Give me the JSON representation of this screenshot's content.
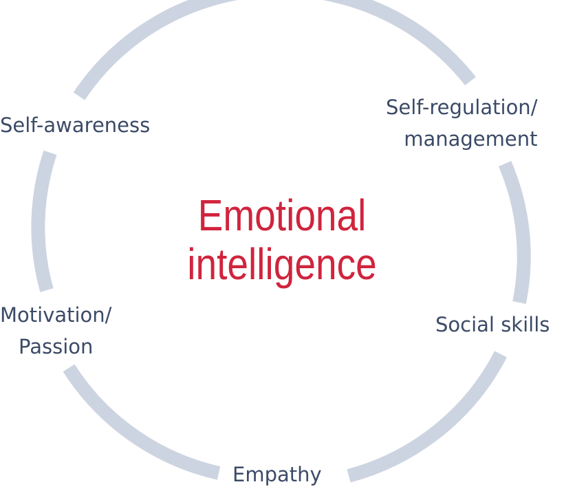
{
  "diagram": {
    "center": {
      "lines": [
        "Emotional",
        "intelligence"
      ]
    },
    "nodes": [
      {
        "id": "self-awareness",
        "lines": [
          "Self-awareness"
        ]
      },
      {
        "id": "self-regulation",
        "lines": [
          "Self-regulation/",
          "management"
        ]
      },
      {
        "id": "social-skills",
        "lines": [
          "Social skills"
        ]
      },
      {
        "id": "empathy",
        "lines": [
          "Empathy"
        ]
      },
      {
        "id": "motivation",
        "lines": [
          "Motivation/",
          "Passion"
        ]
      }
    ]
  },
  "colors": {
    "ring": "#cdd4e1",
    "label_text": "#3b4a66",
    "center_text": "#d0243d",
    "background": "#ffffff"
  }
}
